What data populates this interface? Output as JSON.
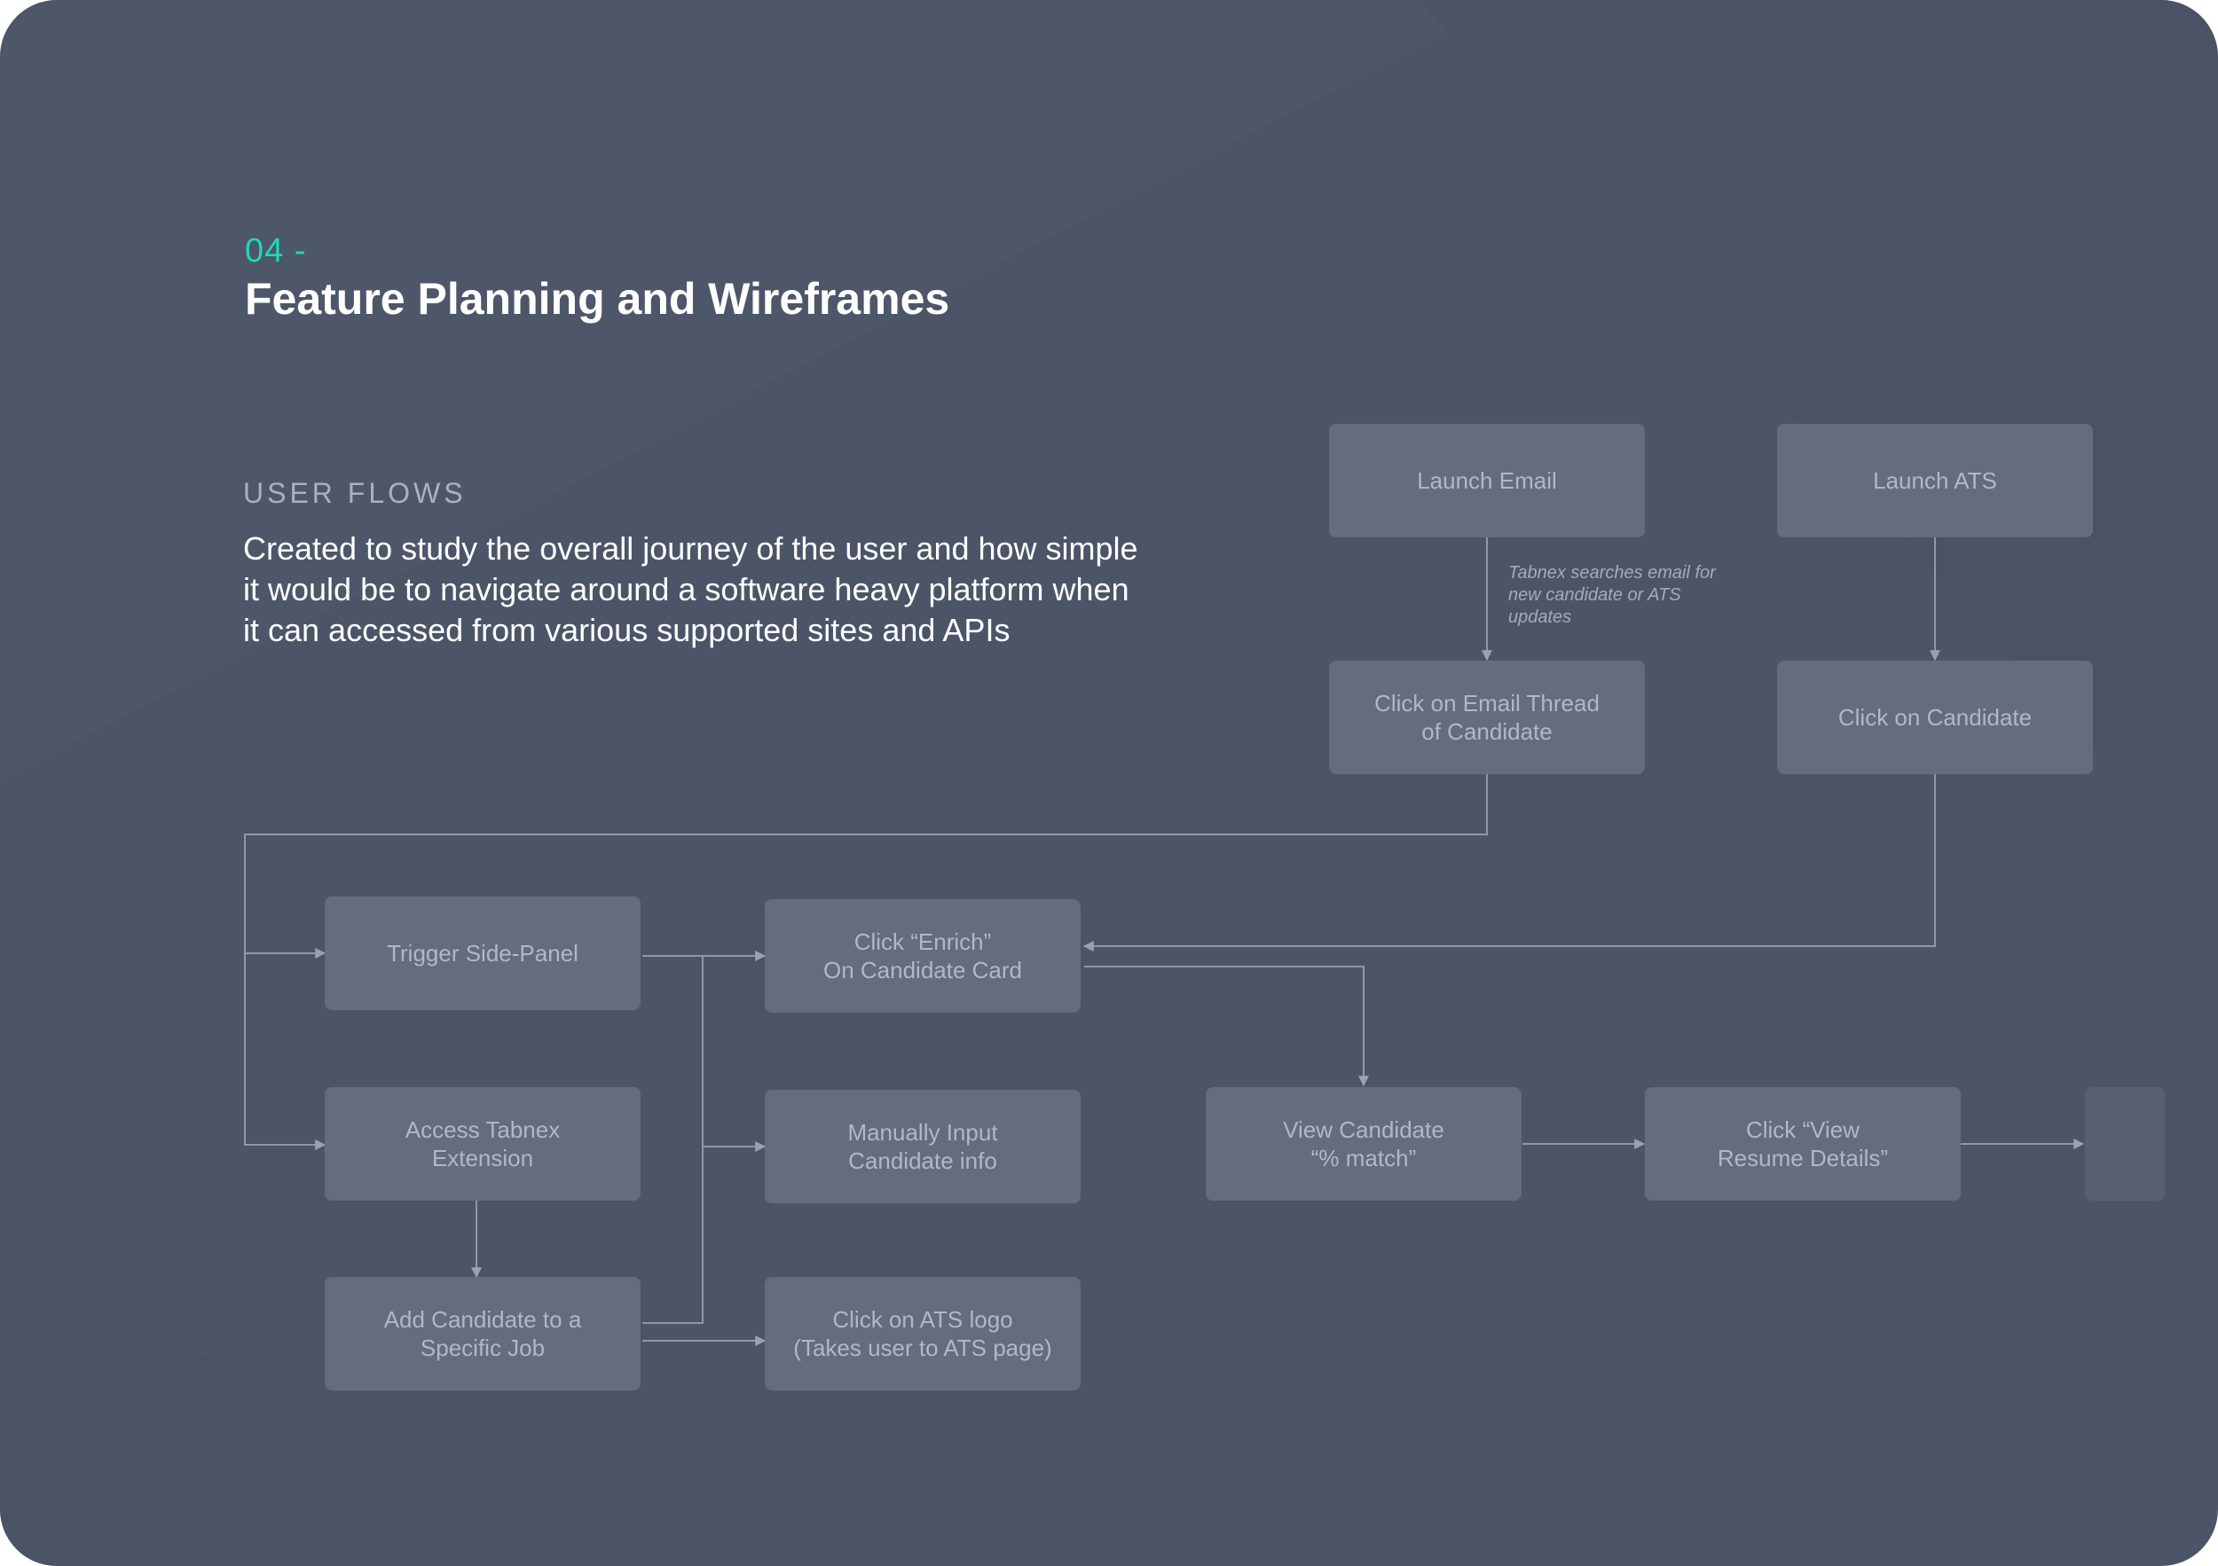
{
  "header": {
    "kicker": "04 -",
    "title": "Feature Planning and Wireframes"
  },
  "section": {
    "label": "USER FLOWS",
    "description": "Created to study the overall journey of the user and how simple it would be to navigate around a software heavy platform when it can accessed from various supported sites and APIs"
  },
  "flow": {
    "nodes": {
      "launch_email": "Launch Email",
      "launch_ats": "Launch ATS",
      "click_email_thread": "Click on Email Thread\nof Candidate",
      "click_candidate": "Click on Candidate",
      "trigger_side_panel": "Trigger Side-Panel",
      "click_enrich": "Click “Enrich”\nOn Candidate Card",
      "access_extension": "Access Tabnex\nExtension",
      "manual_input": "Manually Input\nCandidate info",
      "view_match": "View Candidate\n“% match”",
      "view_resume": "Click “View\nResume Details”",
      "add_candidate": "Add Candidate to a\nSpecific Job",
      "click_ats_logo": "Click on ATS logo\n(Takes user to ATS page)"
    },
    "annotation": "Tabnex searches email for new candidate or ATS updates"
  },
  "colors": {
    "background": "#4b5567",
    "node_fill": "#636d7f",
    "accent": "#1fd8b8",
    "connector": "#9aa2b1"
  }
}
